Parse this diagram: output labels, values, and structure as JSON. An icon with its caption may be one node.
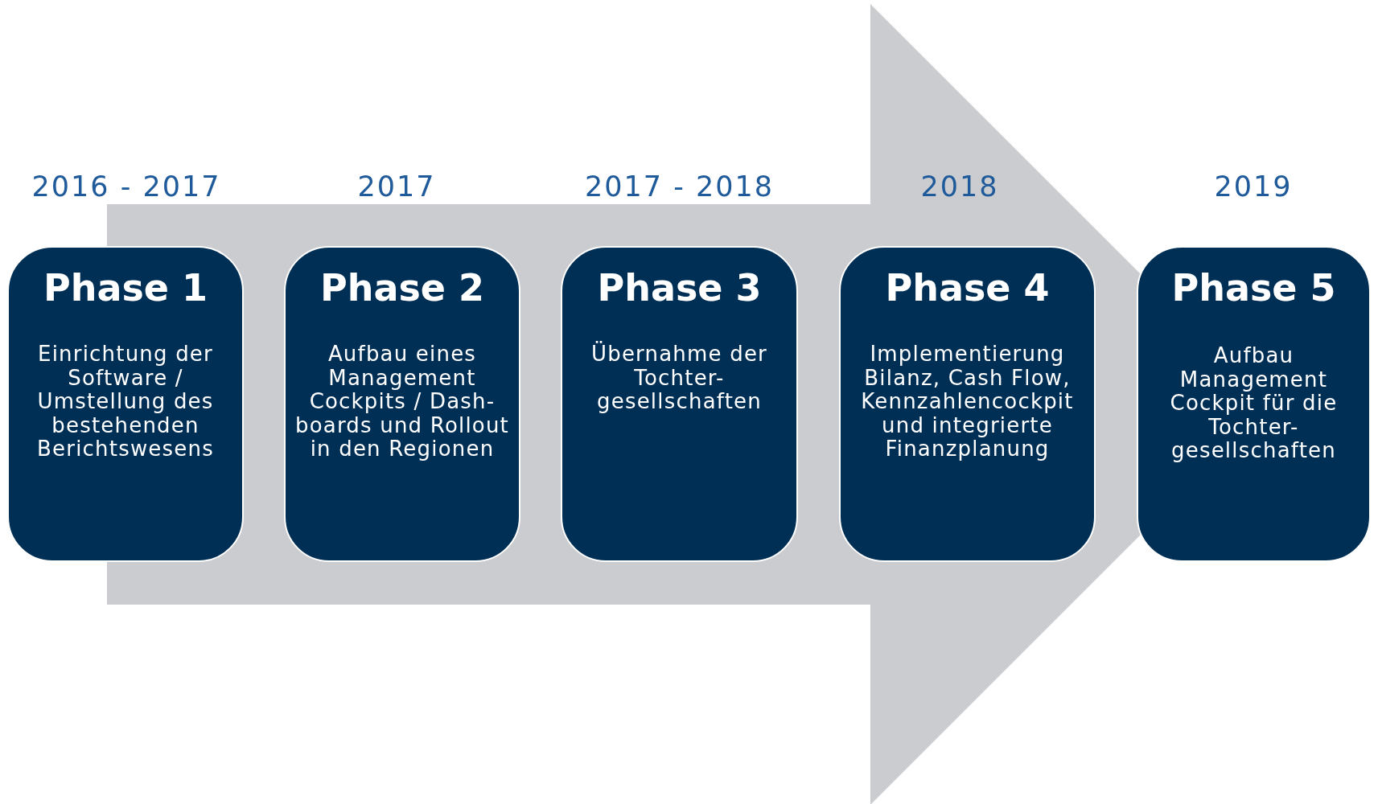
{
  "diagram": {
    "nodes": [
      {
        "text": [
          "Phase 1",
          "Einrichtung der Software / Umstellung des bestehenden Berichtswesens"
        ],
        "beside": [
          "2016 - 2017"
        ]
      },
      {
        "text": [
          "Phase 2",
          "Aufbau eines Management Cockpits / Dash- boards und Rollout in den Regionen"
        ],
        "beside": [
          "2017"
        ]
      },
      {
        "text": [
          "Phase 3",
          "Übernahme der Tochter- gesellschaften"
        ],
        "beside": [
          "2017 - 2018"
        ]
      },
      {
        "text": [
          "Phase 4",
          "Implementierung Bilanz, Cash Flow, Kennzahlencockpit und integrierte Finanzplanung"
        ],
        "beside": [
          "2018"
        ]
      },
      {
        "text": [
          "Phase 5",
          "Aufbau Management Cockpit für die Tochter- gesellschaften"
        ],
        "beside": [
          "2019"
        ]
      }
    ],
    "edges": [
      {
        "from": 0,
        "to": 4,
        "arrow": "to",
        "style": "thick"
      }
    ]
  }
}
